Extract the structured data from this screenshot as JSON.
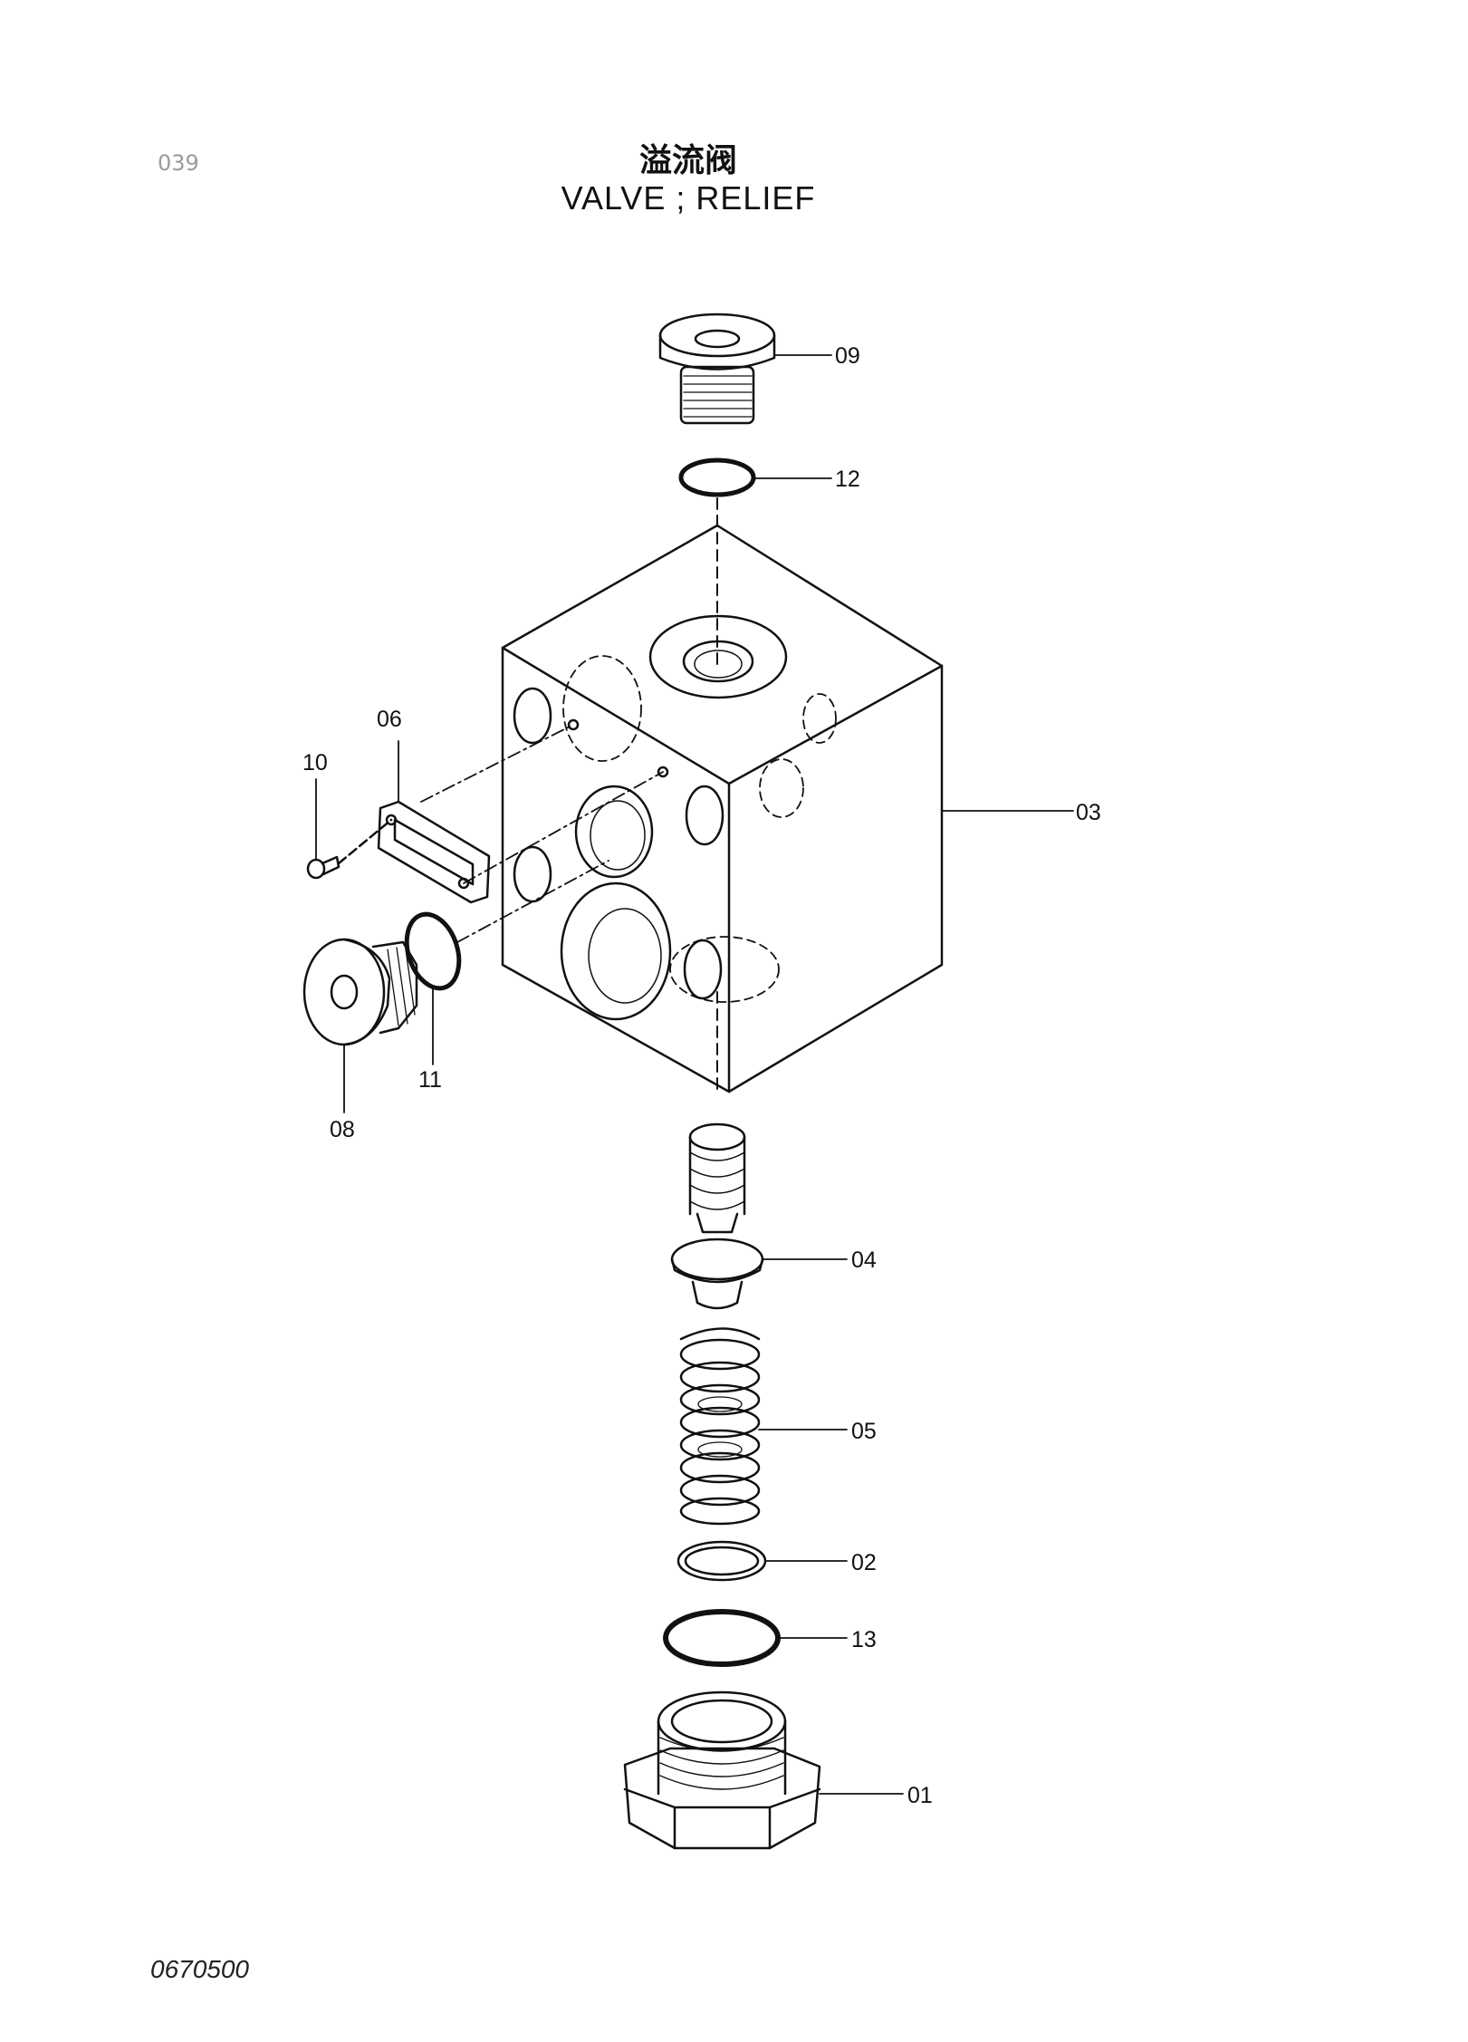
{
  "header": {
    "page_number": "039",
    "title_cn": "溢流阀",
    "title_en": "VALVE ; RELIEF"
  },
  "footer": {
    "drawing_code": "0670500"
  },
  "callouts": {
    "p01": "01",
    "p02": "02",
    "p03": "03",
    "p04": "04",
    "p05": "05",
    "p06": "06",
    "p08": "08",
    "p09": "09",
    "p10": "10",
    "p11": "11",
    "p12": "12",
    "p13": "13"
  }
}
